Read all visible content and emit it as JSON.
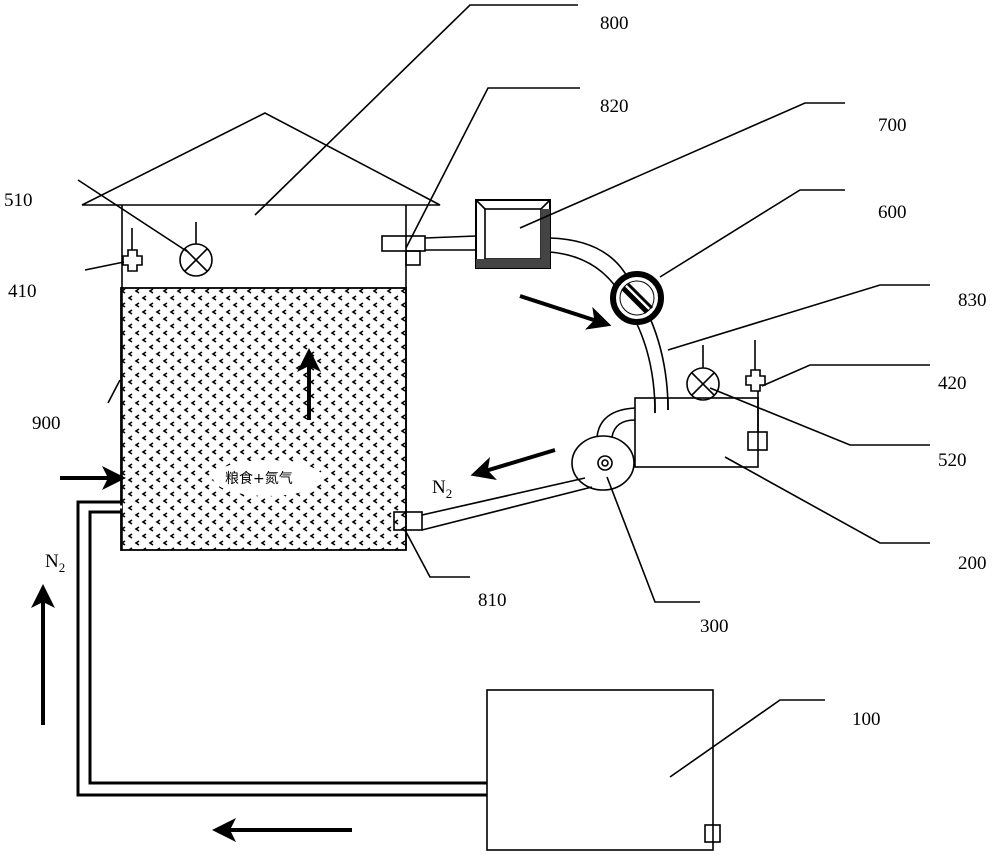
{
  "labels": {
    "l800": "800",
    "l820": "820",
    "l700": "700",
    "l600": "600",
    "l830": "830",
    "l420": "420",
    "l520": "520",
    "l200": "200",
    "l300": "300",
    "l810": "810",
    "l100": "100",
    "l900": "900",
    "l410": "410",
    "l510": "510"
  },
  "flow_labels": {
    "n2_right": "N",
    "n2_left": "N",
    "sub": "2"
  },
  "tank_text": "粮食+氮气",
  "colors": {
    "line": "#000000",
    "background": "#ffffff"
  }
}
